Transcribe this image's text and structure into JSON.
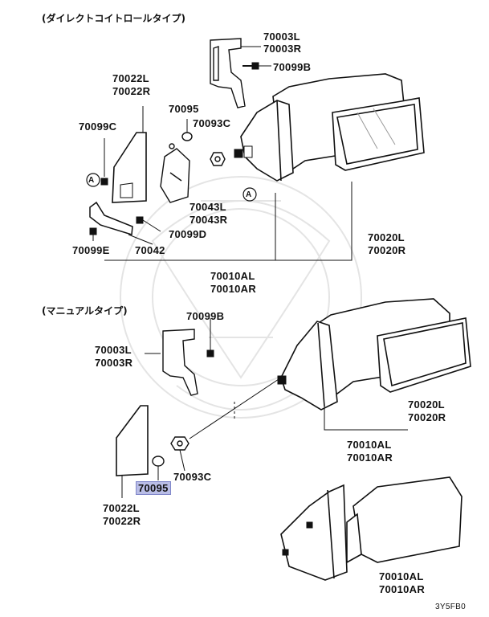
{
  "sections": {
    "direct": "(ダイレクトコイトロールタイプ)",
    "manual": "(マニュアルタイプ)"
  },
  "labels": {
    "p70003L_a": "70003L",
    "p70003R_a": "70003R",
    "p70099B_a": "70099B",
    "p70022L_a": "70022L",
    "p70022R_a": "70022R",
    "p70095_a": "70095",
    "p70099C": "70099C",
    "p70093C_a": "70093C",
    "p70043L": "70043L",
    "p70043R": "70043R",
    "p70099D": "70099D",
    "p70099E": "70099E",
    "p70042": "70042",
    "p70020L_a": "70020L",
    "p70020R_a": "70020R",
    "p70010AL_a": "70010AL",
    "p70010AR_a": "70010AR",
    "p70099B_b": "70099B",
    "p70003L_b": "70003L",
    "p70003R_b": "70003R",
    "p70020L_b": "70020L",
    "p70020R_b": "70020R",
    "p70010AL_b": "70010AL",
    "p70010AR_b": "70010AR",
    "p70093C_b": "70093C",
    "p70095_b": "70095",
    "p70022L_b": "70022L",
    "p70022R_b": "70022R",
    "p70010AL_c": "70010AL",
    "p70010AR_c": "70010AR",
    "ref_a1": "A",
    "ref_a2": "A",
    "code": "3Y5FB0"
  },
  "colors": {
    "highlight": "#b9bde6",
    "line": "#111111",
    "watermark": "#e6e6e6"
  }
}
